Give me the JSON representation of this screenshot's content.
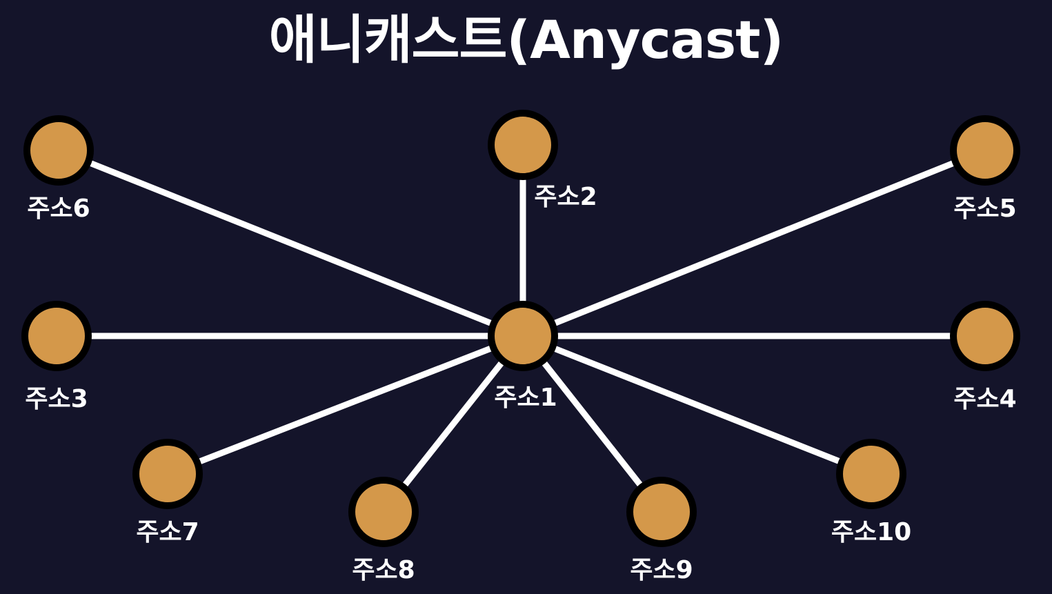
{
  "title": "애니캐스트(Anycast)",
  "colors": {
    "background": "#14142a",
    "node_fill": "#d4984a",
    "node_stroke": "#000000",
    "edge": "#ffffff",
    "text": "#ffffff"
  },
  "center_node": "n1",
  "nodes": [
    {
      "id": "n1",
      "label": "주소1"
    },
    {
      "id": "n2",
      "label": "주소2"
    },
    {
      "id": "n3",
      "label": "주소3"
    },
    {
      "id": "n4",
      "label": "주소4"
    },
    {
      "id": "n5",
      "label": "주소5"
    },
    {
      "id": "n6",
      "label": "주소6"
    },
    {
      "id": "n7",
      "label": "주소7"
    },
    {
      "id": "n8",
      "label": "주소8"
    },
    {
      "id": "n9",
      "label": "주소9"
    },
    {
      "id": "n10",
      "label": "주소10"
    }
  ],
  "edges": [
    {
      "from": "n1",
      "to": "n2"
    },
    {
      "from": "n1",
      "to": "n3"
    },
    {
      "from": "n1",
      "to": "n4"
    },
    {
      "from": "n1",
      "to": "n5"
    },
    {
      "from": "n1",
      "to": "n6"
    },
    {
      "from": "n1",
      "to": "n7"
    },
    {
      "from": "n1",
      "to": "n8"
    },
    {
      "from": "n1",
      "to": "n9"
    },
    {
      "from": "n1",
      "to": "n10"
    }
  ]
}
